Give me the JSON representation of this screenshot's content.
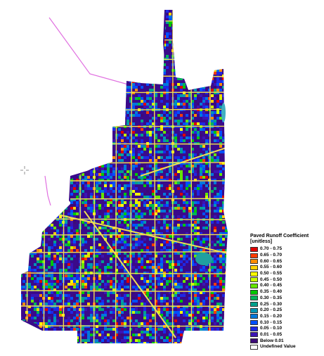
{
  "legend": {
    "title": "Paved Runoff Coefficient",
    "units": "[unitless]",
    "entries": [
      {
        "label": "0.70 - 0.75",
        "color": "#e00000"
      },
      {
        "label": "0.65 - 0.70",
        "color": "#ff3c00"
      },
      {
        "label": "0.60 - 0.65",
        "color": "#ff8c00"
      },
      {
        "label": "0.55 - 0.60",
        "color": "#ffd200"
      },
      {
        "label": "0.50 - 0.55",
        "color": "#ffff00"
      },
      {
        "label": "0.45 - 0.50",
        "color": "#c8ff00"
      },
      {
        "label": "0.40 - 0.45",
        "color": "#64e600"
      },
      {
        "label": "0.35 - 0.40",
        "color": "#00c800"
      },
      {
        "label": "0.30 - 0.35",
        "color": "#00b45a"
      },
      {
        "label": "0.25 - 0.30",
        "color": "#00a08c"
      },
      {
        "label": "0.20 - 0.25",
        "color": "#0096b4"
      },
      {
        "label": "0.15 - 0.20",
        "color": "#0078dc"
      },
      {
        "label": "0.10 - 0.15",
        "color": "#0050ff"
      },
      {
        "label": "0.05 - 0.10",
        "color": "#1e28e6"
      },
      {
        "label": "0.01 - 0.05",
        "color": "#3c14b4"
      },
      {
        "label": "Below 0.01",
        "color": "#3c0a78"
      },
      {
        "label": "Undefined Value",
        "color": "#ffffff"
      }
    ]
  },
  "map": {
    "base_color": "#3a0a8a",
    "boundary_line_color": "#e070e0",
    "road_color": "#f0e050"
  }
}
